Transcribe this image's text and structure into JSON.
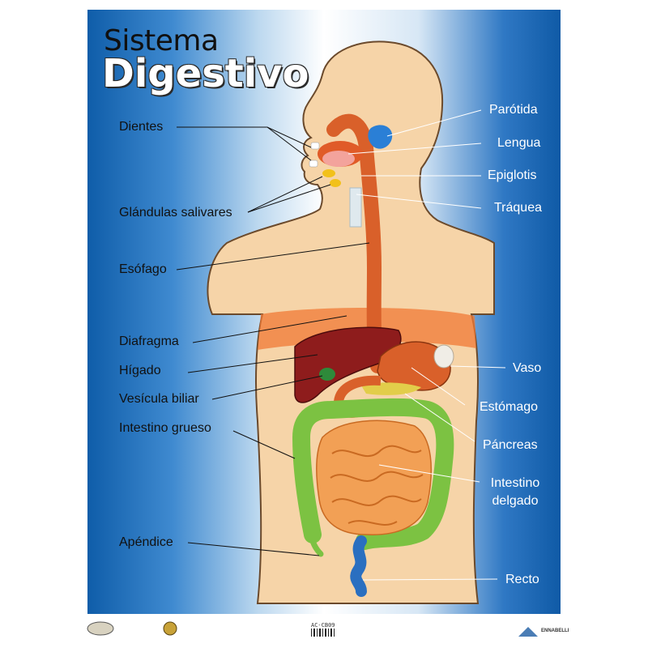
{
  "title": {
    "line1": "Sistema",
    "line2": "Digestivo"
  },
  "labels_left": {
    "dientes": "Dientes",
    "glandulas": "Glándulas salivares",
    "esofago": "Esófago",
    "diafragma": "Diafragma",
    "higado": "Hígado",
    "vesicula": "Vesícula biliar",
    "intestino_grueso": "Intestino grueso",
    "apendice": "Apéndice"
  },
  "labels_right": {
    "parotida": "Parótida",
    "lengua": "Lengua",
    "epiglotis": "Epiglotis",
    "traquea": "Tráquea",
    "vaso": "Vaso",
    "estomago": "Estómago",
    "pancreas": "Páncreas",
    "intestino_delgado_1": "Intestino",
    "intestino_delgado_2": "delgado",
    "recto": "Recto"
  },
  "footer": {
    "code": "AC-CB09",
    "brand": "ENNABELLI"
  },
  "colors": {
    "skin": "#f5d3a6",
    "esophagus": "#d9602a",
    "large_intestine": "#7cc242",
    "small_intestine": "#f2a055",
    "liver": "#8e1c1c",
    "background_blue": "#1a65b0"
  }
}
